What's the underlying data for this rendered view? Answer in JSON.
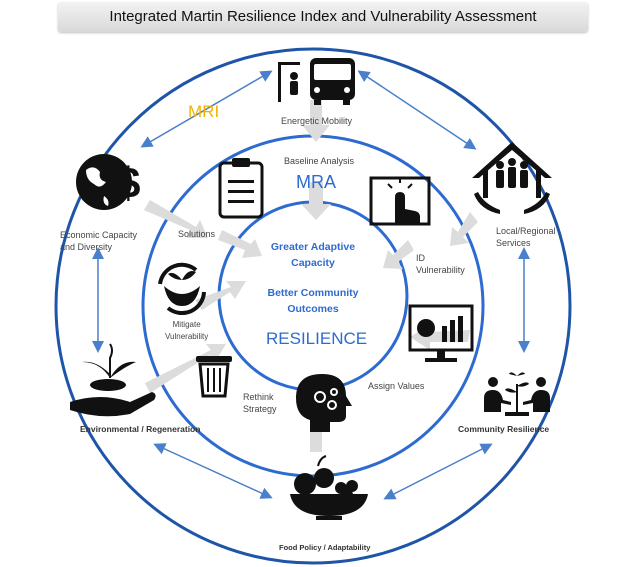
{
  "title": "Integrated Martin Resilience Index and Vulnerability Assessment",
  "rings": {
    "outer_label": "MRI",
    "middle_label": "MRA"
  },
  "center": {
    "line1": "Greater Adaptive",
    "line2": "Capacity",
    "line3": "Better Community",
    "line4": "Outcomes",
    "resilience": "RESILIENCE"
  },
  "outer_nodes": {
    "energetic_mobility": "Energetic Mobility",
    "local_regional_1": "Local/Regional",
    "local_regional_2": "Services",
    "community_resilience": "Community Resilience",
    "food_policy": "Food Policy / Adaptability",
    "environmental": "Environmental / Regeneration",
    "economic_1": "Economic Capacity",
    "economic_2": "and Diversity"
  },
  "inner_nodes": {
    "baseline": "Baseline Analysis",
    "id_1": "ID",
    "id_2": "Vulnerability",
    "assign_values": "Assign Values",
    "rethink_1": "Rethink",
    "rethink_2": "Strategy",
    "mitigate_1": "Mitigate",
    "mitigate_2": "Vulnerability",
    "solutions": "Solutions"
  },
  "colors": {
    "ring_outer": "#1f55a8",
    "ring_inner": "#2d6bd0",
    "mri": "#f0b400",
    "arrow": "#4a7fcb",
    "flow_arrow": "#d9d9d9"
  }
}
